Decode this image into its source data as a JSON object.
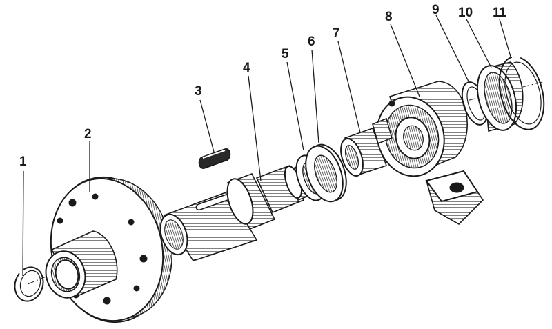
{
  "labels": {
    "p1": "1",
    "p2": "2",
    "p3": "3",
    "p4": "4",
    "p5": "5",
    "p6": "6",
    "p7": "7",
    "p8": "8",
    "p9": "9",
    "p10": "10",
    "p11": "11"
  }
}
